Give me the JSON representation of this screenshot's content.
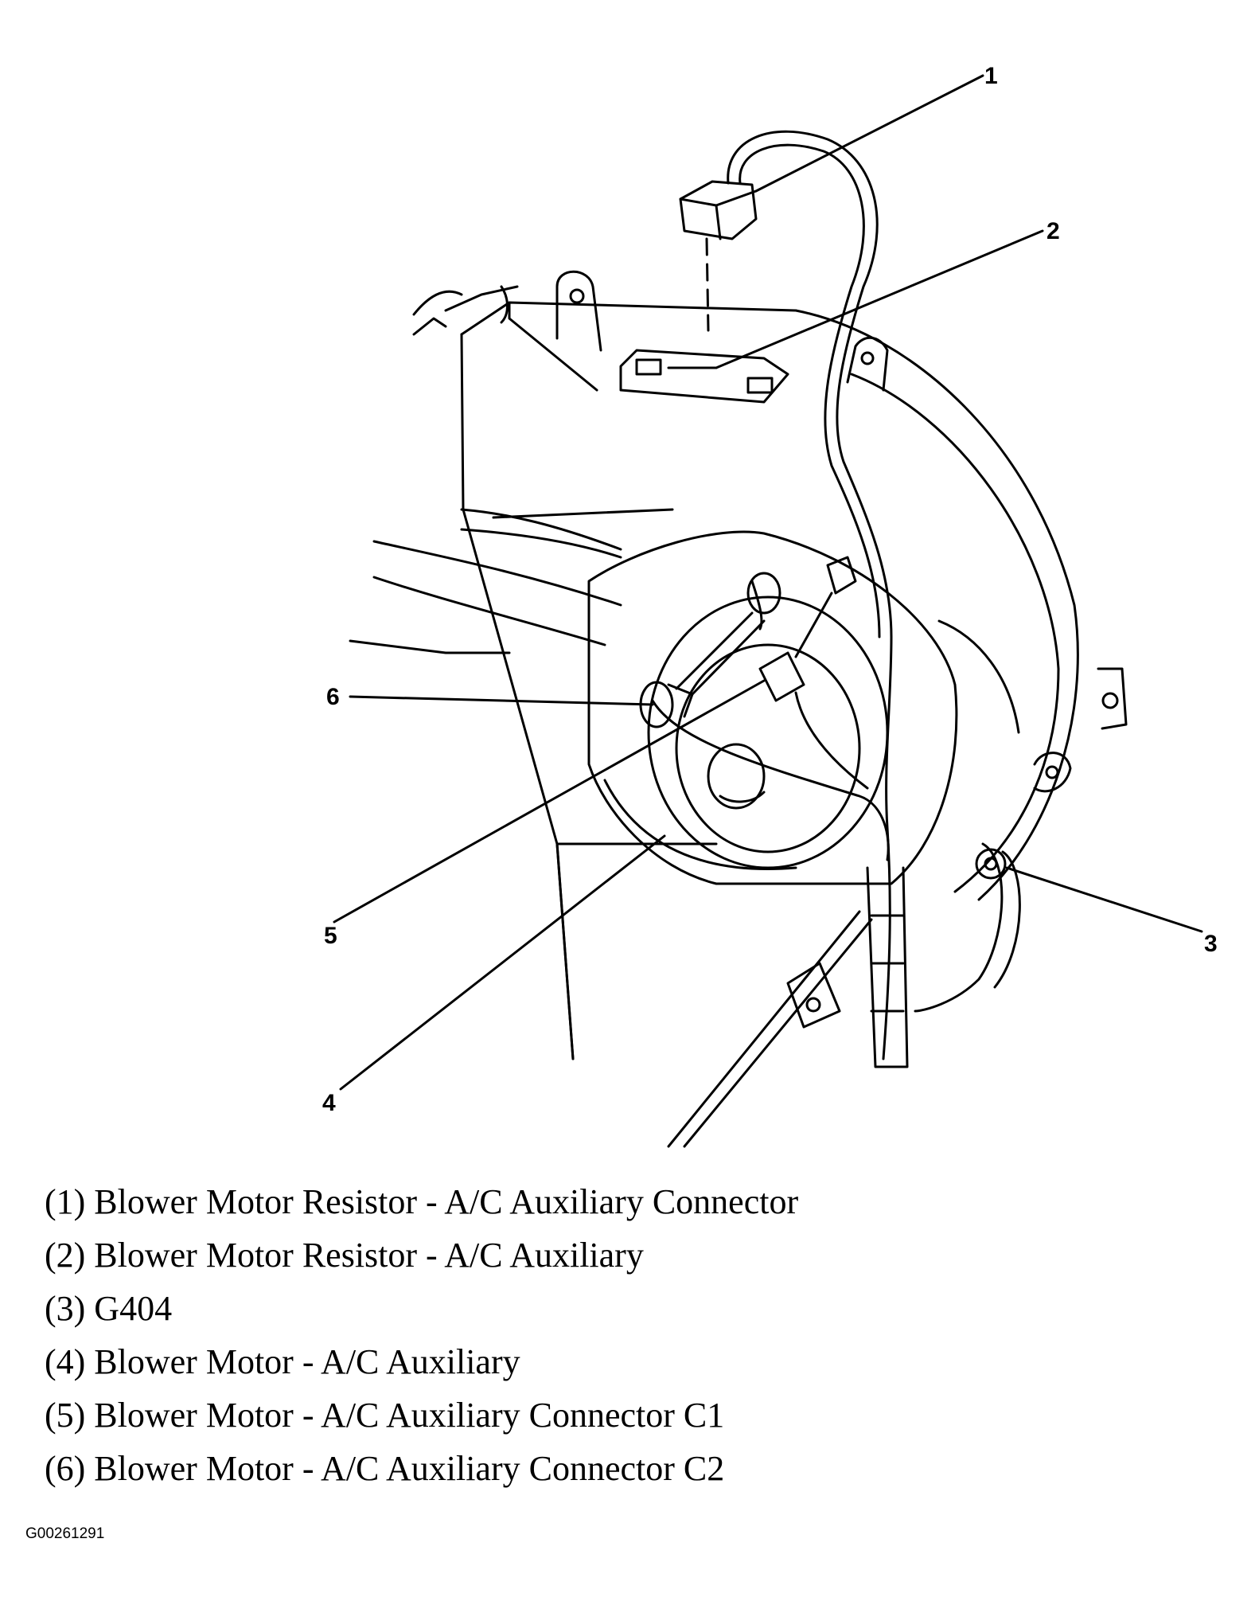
{
  "callouts": [
    {
      "number": "1"
    },
    {
      "number": "2"
    },
    {
      "number": "3"
    },
    {
      "number": "4"
    },
    {
      "number": "5"
    },
    {
      "number": "6"
    }
  ],
  "legend": [
    "(1) Blower Motor Resistor - A/C Auxiliary Connector",
    "(2) Blower Motor Resistor - A/C Auxiliary",
    "(3) G404",
    "(4) Blower Motor - A/C Auxiliary",
    "(5) Blower Motor - A/C Auxiliary Connector C1",
    "(6) Blower Motor - A/C Auxiliary Connector C2"
  ],
  "figure_code": "G00261291"
}
